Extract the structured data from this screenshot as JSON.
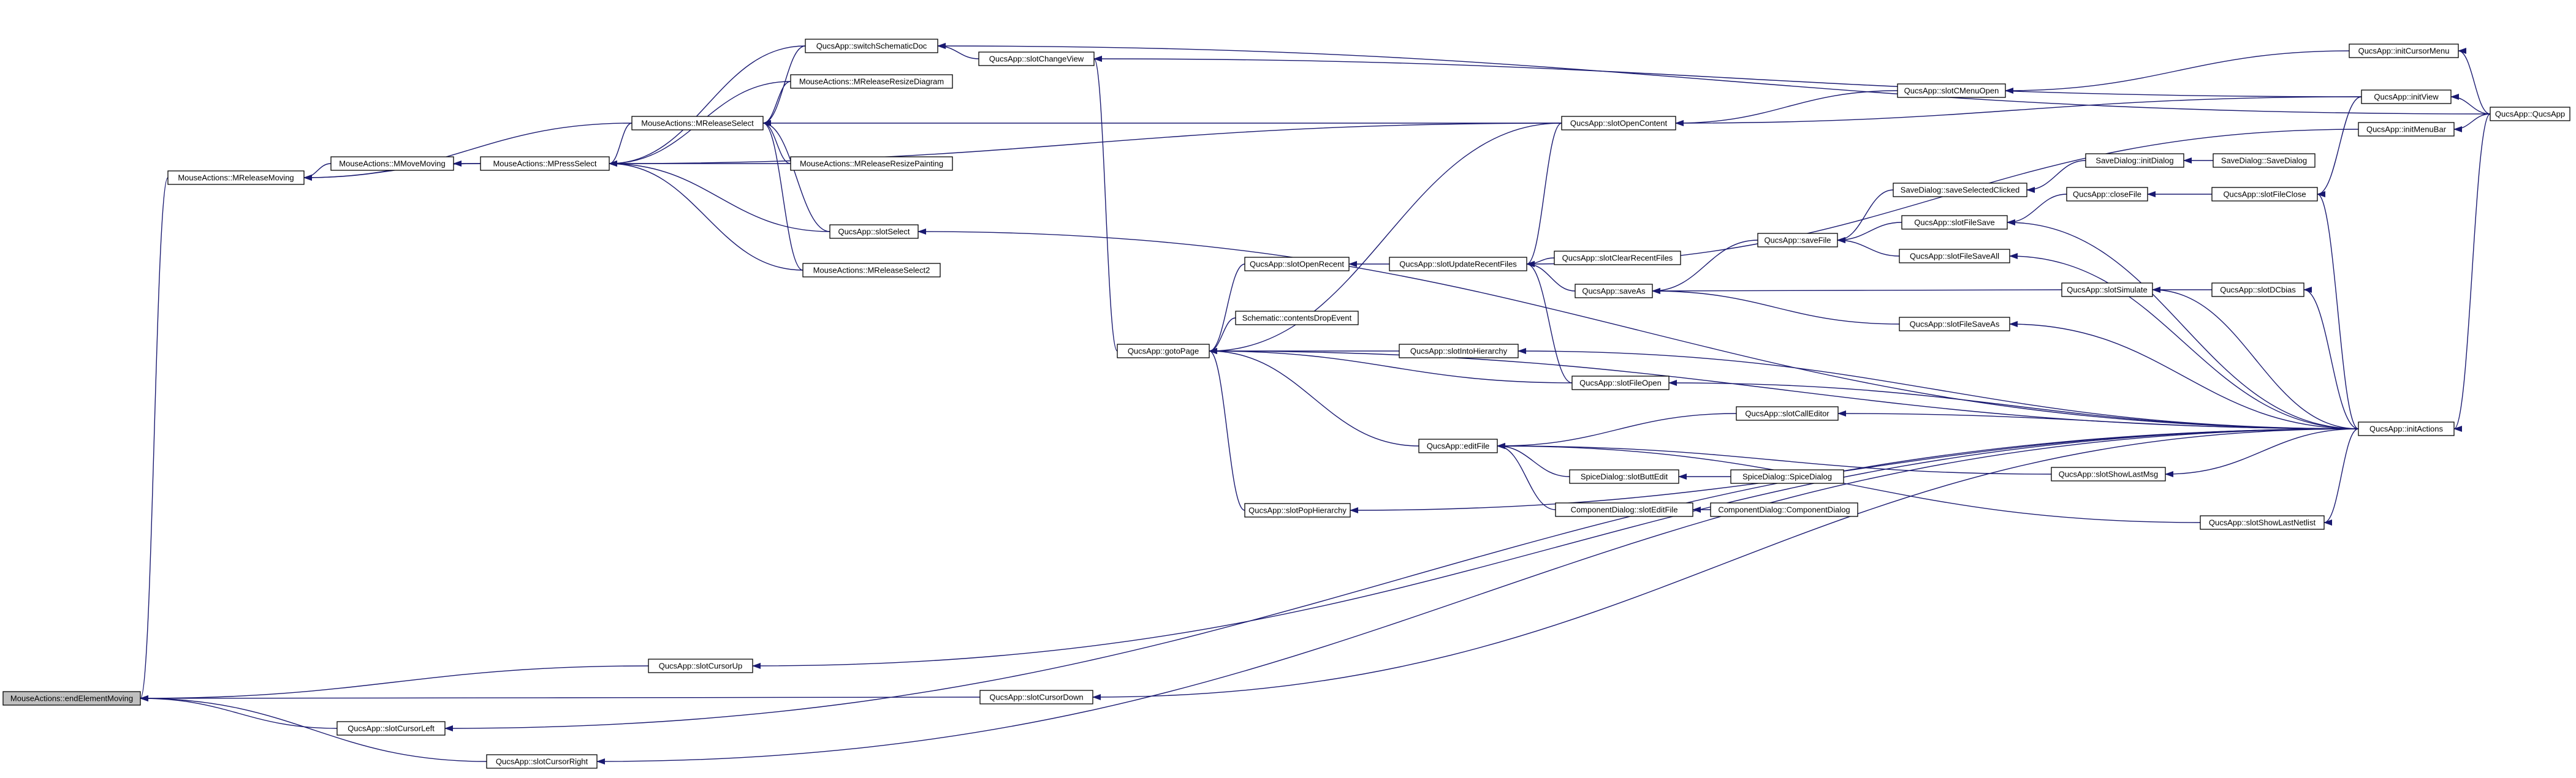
{
  "diagram": {
    "colors": {
      "edge": "#191970",
      "node_border": "#000000",
      "node_fill": "#ffffff",
      "focus_fill": "#bfbfbf",
      "background": "#ffffff"
    },
    "nodes": [
      {
        "id": "endElementMoving",
        "label": "MouseActions::endElementMoving",
        "focus": true
      },
      {
        "id": "MReleaseMoving",
        "label": "MouseActions::MReleaseMoving"
      },
      {
        "id": "MMoveMoving",
        "label": "MouseActions::MMoveMoving"
      },
      {
        "id": "MPressSelect",
        "label": "MouseActions::MPressSelect"
      },
      {
        "id": "MReleaseSelect",
        "label": "MouseActions::MReleaseSelect"
      },
      {
        "id": "switchSchematicDoc",
        "label": "QucsApp::switchSchematicDoc"
      },
      {
        "id": "MReleaseResizeDiagram",
        "label": "MouseActions::MReleaseResizeDiagram"
      },
      {
        "id": "MReleaseResizePainting",
        "label": "MouseActions::MReleaseResizePainting"
      },
      {
        "id": "slotSelect",
        "label": "QucsApp::slotSelect"
      },
      {
        "id": "MReleaseSelect2",
        "label": "MouseActions::MReleaseSelect2"
      },
      {
        "id": "slotChangeView",
        "label": "QucsApp::slotChangeView"
      },
      {
        "id": "gotoPage",
        "label": "QucsApp::gotoPage"
      },
      {
        "id": "slotOpenRecent",
        "label": "QucsApp::slotOpenRecent"
      },
      {
        "id": "contentsDropEvent",
        "label": "Schematic::contentsDropEvent"
      },
      {
        "id": "slotUpdateRecentFiles",
        "label": "QucsApp::slotUpdateRecentFiles"
      },
      {
        "id": "slotClearRecentFiles",
        "label": "QucsApp::slotClearRecentFiles"
      },
      {
        "id": "slotIntoHierarchy",
        "label": "QucsApp::slotIntoHierarchy"
      },
      {
        "id": "slotFileOpen",
        "label": "QucsApp::slotFileOpen"
      },
      {
        "id": "editFile",
        "label": "QucsApp::editFile"
      },
      {
        "id": "slotPopHierarchy",
        "label": "QucsApp::slotPopHierarchy"
      },
      {
        "id": "slotOpenContent",
        "label": "QucsApp::slotOpenContent"
      },
      {
        "id": "slotCMenuOpen",
        "label": "QucsApp::slotCMenuOpen"
      },
      {
        "id": "initCursorMenu",
        "label": "QucsApp::initCursorMenu"
      },
      {
        "id": "initView",
        "label": "QucsApp::initView"
      },
      {
        "id": "QucsAppCtor",
        "label": "QucsApp::QucsApp"
      },
      {
        "id": "initMenuBar",
        "label": "QucsApp::initMenuBar"
      },
      {
        "id": "saveSelectedClicked",
        "label": "SaveDialog::saveSelectedClicked"
      },
      {
        "id": "initDialog",
        "label": "SaveDialog::initDialog"
      },
      {
        "id": "SaveDialogCtor",
        "label": "SaveDialog::SaveDialog"
      },
      {
        "id": "saveFile",
        "label": "QucsApp::saveFile"
      },
      {
        "id": "slotFileSave",
        "label": "QucsApp::slotFileSave"
      },
      {
        "id": "closeFile",
        "label": "QucsApp::closeFile"
      },
      {
        "id": "slotFileClose",
        "label": "QucsApp::slotFileClose"
      },
      {
        "id": "slotFileSaveAll",
        "label": "QucsApp::slotFileSaveAll"
      },
      {
        "id": "saveAs",
        "label": "QucsApp::saveAs"
      },
      {
        "id": "slotSimulate",
        "label": "QucsApp::slotSimulate"
      },
      {
        "id": "slotDCbias",
        "label": "QucsApp::slotDCbias"
      },
      {
        "id": "slotFileSaveAs",
        "label": "QucsApp::slotFileSaveAs"
      },
      {
        "id": "slotCallEditor",
        "label": "QucsApp::slotCallEditor"
      },
      {
        "id": "initActions",
        "label": "QucsApp::initActions"
      },
      {
        "id": "slotButtEdit",
        "label": "SpiceDialog::slotButtEdit"
      },
      {
        "id": "SpiceDialogCtor",
        "label": "SpiceDialog::SpiceDialog"
      },
      {
        "id": "slotShowLastMsg",
        "label": "QucsApp::slotShowLastMsg"
      },
      {
        "id": "slotEditFile",
        "label": "ComponentDialog::slotEditFile"
      },
      {
        "id": "ComponentDialogCtor",
        "label": "ComponentDialog::ComponentDialog"
      },
      {
        "id": "slotShowLastNetlist",
        "label": "QucsApp::slotShowLastNetlist"
      },
      {
        "id": "slotCursorUp",
        "label": "QucsApp::slotCursorUp"
      },
      {
        "id": "slotCursorDown",
        "label": "QucsApp::slotCursorDown"
      },
      {
        "id": "slotCursorLeft",
        "label": "QucsApp::slotCursorLeft"
      },
      {
        "id": "slotCursorRight",
        "label": "QucsApp::slotCursorRight"
      }
    ],
    "edges": [
      {
        "from": "MReleaseMoving",
        "to": "endElementMoving"
      },
      {
        "from": "slotCursorUp",
        "to": "endElementMoving"
      },
      {
        "from": "slotCursorDown",
        "to": "endElementMoving"
      },
      {
        "from": "slotCursorLeft",
        "to": "endElementMoving"
      },
      {
        "from": "slotCursorRight",
        "to": "endElementMoving"
      },
      {
        "from": "MMoveMoving",
        "to": "MReleaseMoving"
      },
      {
        "from": "MPressSelect",
        "to": "MMoveMoving"
      },
      {
        "from": "MReleaseSelect",
        "to": "MReleaseMoving"
      },
      {
        "from": "MPressSelect",
        "to": "MReleaseMoving"
      },
      {
        "from": "MReleaseSelect",
        "to": "MPressSelect"
      },
      {
        "from": "switchSchematicDoc",
        "to": "MPressSelect"
      },
      {
        "from": "MReleaseResizeDiagram",
        "to": "MPressSelect"
      },
      {
        "from": "MReleaseResizePainting",
        "to": "MPressSelect"
      },
      {
        "from": "slotSelect",
        "to": "MPressSelect"
      },
      {
        "from": "MReleaseSelect2",
        "to": "MPressSelect"
      },
      {
        "from": "slotOpenContent",
        "to": "MPressSelect"
      },
      {
        "from": "switchSchematicDoc",
        "to": "MReleaseSelect"
      },
      {
        "from": "MReleaseResizeDiagram",
        "to": "MReleaseSelect"
      },
      {
        "from": "MReleaseResizePainting",
        "to": "MReleaseSelect"
      },
      {
        "from": "slotSelect",
        "to": "MReleaseSelect"
      },
      {
        "from": "MReleaseSelect2",
        "to": "MReleaseSelect"
      },
      {
        "from": "slotOpenContent",
        "to": "MReleaseSelect"
      },
      {
        "from": "slotChangeView",
        "to": "switchSchematicDoc"
      },
      {
        "from": "QucsAppCtor",
        "to": "switchSchematicDoc"
      },
      {
        "from": "initActions",
        "to": "slotSelect"
      },
      {
        "from": "gotoPage",
        "to": "slotChangeView"
      },
      {
        "from": "initView",
        "to": "slotChangeView"
      },
      {
        "from": "slotOpenRecent",
        "to": "gotoPage"
      },
      {
        "from": "contentsDropEvent",
        "to": "gotoPage"
      },
      {
        "from": "slotIntoHierarchy",
        "to": "gotoPage"
      },
      {
        "from": "slotFileOpen",
        "to": "gotoPage"
      },
      {
        "from": "editFile",
        "to": "gotoPage"
      },
      {
        "from": "slotPopHierarchy",
        "to": "gotoPage"
      },
      {
        "from": "slotOpenContent",
        "to": "gotoPage"
      },
      {
        "from": "initActions",
        "to": "gotoPage"
      },
      {
        "from": "slotUpdateRecentFiles",
        "to": "slotOpenRecent"
      },
      {
        "from": "slotClearRecentFiles",
        "to": "slotUpdateRecentFiles"
      },
      {
        "from": "saveAs",
        "to": "slotUpdateRecentFiles"
      },
      {
        "from": "slotFileOpen",
        "to": "slotUpdateRecentFiles"
      },
      {
        "from": "slotOpenContent",
        "to": "slotUpdateRecentFiles"
      },
      {
        "from": "initMenuBar",
        "to": "slotUpdateRecentFiles"
      },
      {
        "from": "saveFile",
        "to": "saveAs"
      },
      {
        "from": "slotSimulate",
        "to": "saveAs"
      },
      {
        "from": "slotFileSaveAs",
        "to": "saveAs"
      },
      {
        "from": "saveSelectedClicked",
        "to": "saveFile"
      },
      {
        "from": "slotFileSave",
        "to": "saveFile"
      },
      {
        "from": "slotFileSaveAll",
        "to": "saveFile"
      },
      {
        "from": "initDialog",
        "to": "saveSelectedClicked"
      },
      {
        "from": "SaveDialogCtor",
        "to": "initDialog"
      },
      {
        "from": "closeFile",
        "to": "slotFileSave"
      },
      {
        "from": "initActions",
        "to": "slotFileSave"
      },
      {
        "from": "slotFileClose",
        "to": "closeFile"
      },
      {
        "from": "initActions",
        "to": "slotFileClose"
      },
      {
        "from": "initView",
        "to": "slotFileClose"
      },
      {
        "from": "initActions",
        "to": "slotFileSaveAll"
      },
      {
        "from": "slotDCbias",
        "to": "slotSimulate"
      },
      {
        "from": "initActions",
        "to": "slotSimulate"
      },
      {
        "from": "initActions",
        "to": "slotDCbias"
      },
      {
        "from": "initActions",
        "to": "slotFileSaveAs"
      },
      {
        "from": "initActions",
        "to": "slotIntoHierarchy"
      },
      {
        "from": "initActions",
        "to": "slotFileOpen"
      },
      {
        "from": "slotCallEditor",
        "to": "editFile"
      },
      {
        "from": "slotButtEdit",
        "to": "editFile"
      },
      {
        "from": "slotEditFile",
        "to": "editFile"
      },
      {
        "from": "slotShowLastMsg",
        "to": "editFile"
      },
      {
        "from": "slotShowLastNetlist",
        "to": "editFile"
      },
      {
        "from": "initActions",
        "to": "slotCallEditor"
      },
      {
        "from": "SpiceDialogCtor",
        "to": "slotButtEdit"
      },
      {
        "from": "ComponentDialogCtor",
        "to": "slotEditFile"
      },
      {
        "from": "initActions",
        "to": "slotShowLastMsg"
      },
      {
        "from": "initActions",
        "to": "slotShowLastNetlist"
      },
      {
        "from": "initActions",
        "to": "slotPopHierarchy"
      },
      {
        "from": "slotCMenuOpen",
        "to": "slotOpenContent"
      },
      {
        "from": "initView",
        "to": "slotOpenContent"
      },
      {
        "from": "initCursorMenu",
        "to": "slotCMenuOpen"
      },
      {
        "from": "QucsAppCtor",
        "to": "initCursorMenu"
      },
      {
        "from": "QucsAppCtor",
        "to": "initView"
      },
      {
        "from": "QucsAppCtor",
        "to": "initMenuBar"
      },
      {
        "from": "QucsAppCtor",
        "to": "initActions"
      },
      {
        "from": "initActions",
        "to": "slotCursorUp"
      },
      {
        "from": "initActions",
        "to": "slotCursorDown"
      },
      {
        "from": "initActions",
        "to": "slotCursorLeft"
      },
      {
        "from": "initActions",
        "to": "slotCursorRight"
      }
    ]
  }
}
